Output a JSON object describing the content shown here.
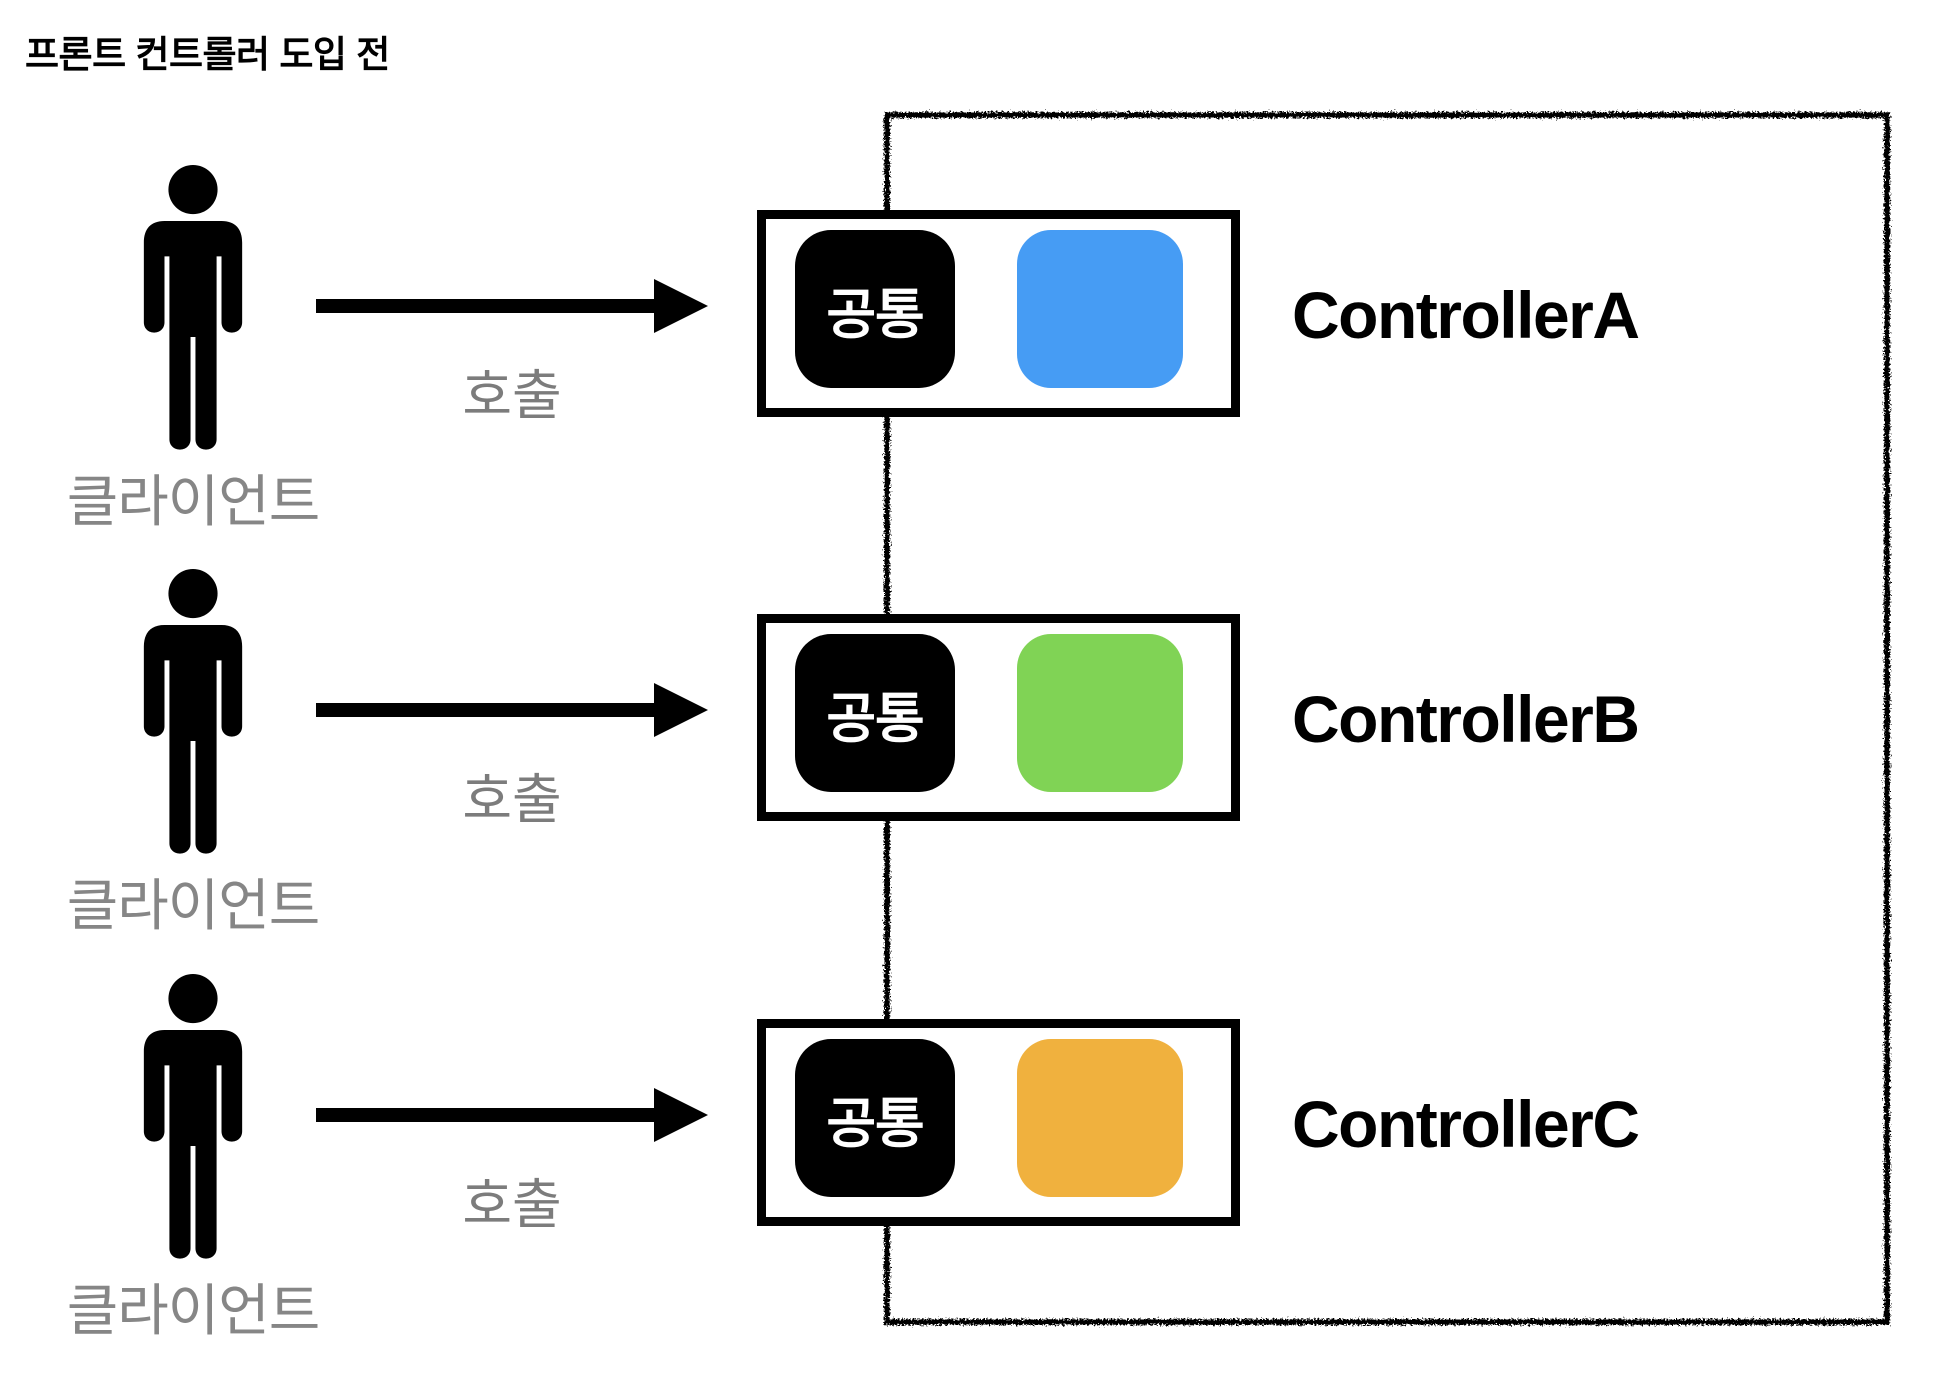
{
  "title": "프론트 컨트롤러 도입 전",
  "colors": {
    "controller_a_chip": "#469CF4",
    "controller_b_chip": "#80D355",
    "controller_c_chip": "#F0B13E",
    "gray_label": "#868686",
    "line_black": "#000000"
  },
  "rows": [
    {
      "client_label": "클라이언트",
      "call_label": "호출",
      "common_chip_label": "공통",
      "controller_label": "ControllerA",
      "chip_color": "#469CF4"
    },
    {
      "client_label": "클라이언트",
      "call_label": "호출",
      "common_chip_label": "공통",
      "controller_label": "ControllerB",
      "chip_color": "#80D355"
    },
    {
      "client_label": "클라이언트",
      "call_label": "호출",
      "common_chip_label": "공통",
      "controller_label": "ControllerC",
      "chip_color": "#F0B13E"
    }
  ]
}
